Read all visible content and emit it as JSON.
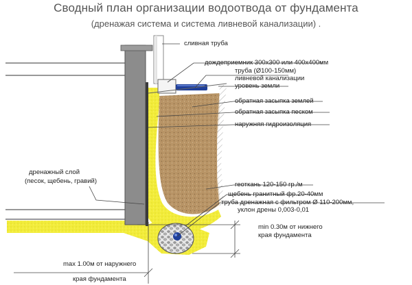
{
  "title": "Сводный план организации водоотвода от фундамента",
  "subtitle": "(дренажая система и система ливневой канализации) .",
  "labels": {
    "downpipe": "сливная труба",
    "gutter_inlet": "дождеприемник 300х300 или 400х400мм",
    "storm_pipe_1": "труба (Ø100-150мм)",
    "storm_pipe_2": "ливневой канализации",
    "ground_level": "уровень земли",
    "soil_backfill": "обратная засыпка землей",
    "sand_backfill": "обратная засыпка песком",
    "waterproofing": "наружняя гидроизоляция",
    "geotextile": "геоткань 120-150 гр./м",
    "gravel": "щебень гранитный фр.20-40мм",
    "drain_pipe_1": "труба дренажная с фильтром Ø 110-200мм,",
    "drain_pipe_2": "уклон дрены 0,003-0,01",
    "drain_layer_1": "дренажный слой",
    "drain_layer_2": "(песок, щебень, гравий)",
    "min_depth_1": "min 0.30м от нижнего",
    "min_depth_2": "края фундамента",
    "max_dist_1": "max 1.00м от наружнего",
    "max_dist_2": "края фундамента"
  },
  "colors": {
    "foundation": "#8c8c8c",
    "sand": "#f2ec3a",
    "soil": "#b89466",
    "pipe_blue": "#1f3f9a",
    "leader": "#444444"
  }
}
